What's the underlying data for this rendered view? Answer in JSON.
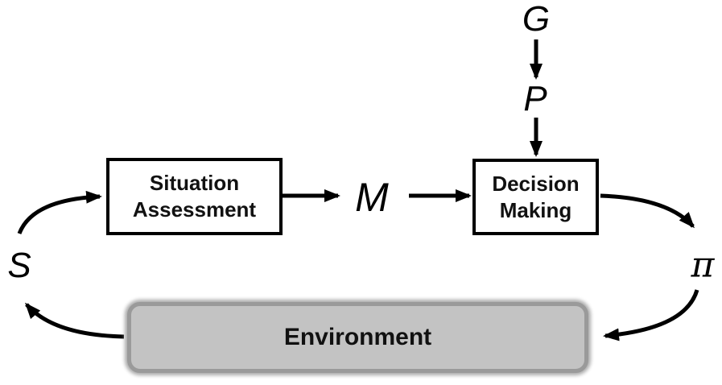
{
  "diagram": {
    "colors": {
      "background": "#ffffff",
      "stroke": "#000000",
      "environment_fill": "#c3c3c3",
      "environment_border": "#9a9a9a"
    },
    "nodes": {
      "situation_assessment": {
        "line1": "Situation",
        "line2": "Assessment"
      },
      "decision_making": {
        "line1": "Decision",
        "line2": "Making"
      },
      "environment": {
        "label": "Environment"
      }
    },
    "labels": {
      "g": "G",
      "p": "P",
      "m": "M",
      "s": "S",
      "pi": "π"
    },
    "edges": [
      {
        "from": "G",
        "to": "P"
      },
      {
        "from": "P",
        "to": "Decision Making"
      },
      {
        "from": "Situation Assessment",
        "to": "M"
      },
      {
        "from": "M",
        "to": "Decision Making"
      },
      {
        "from": "S",
        "to": "Situation Assessment"
      },
      {
        "from": "Decision Making",
        "to": "π"
      },
      {
        "from": "π",
        "to": "Environment"
      },
      {
        "from": "Environment",
        "to": "S"
      }
    ]
  }
}
